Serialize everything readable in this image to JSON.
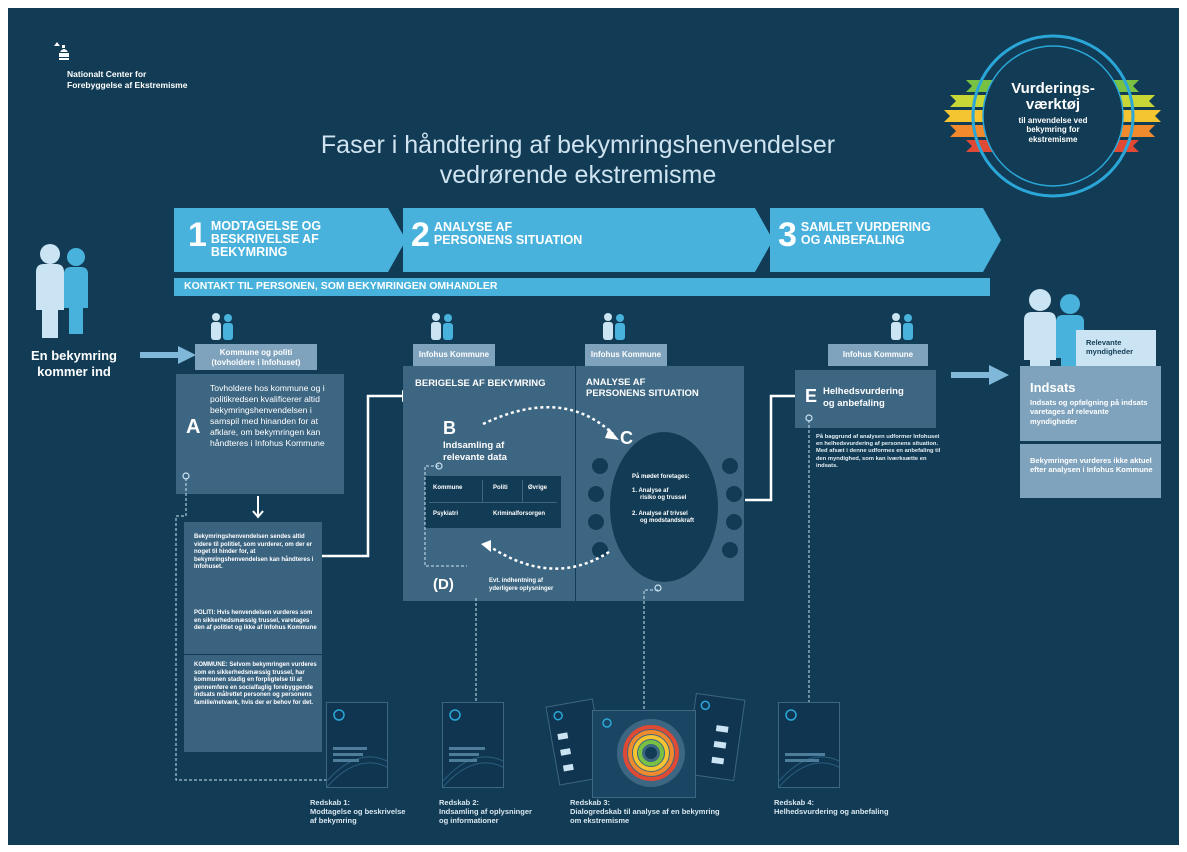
{
  "logo": {
    "line1": "Nationalt Center for",
    "line2": "Forebyggelse af Ekstremisme"
  },
  "badge": {
    "title1": "Vurderings-",
    "title2": "værktøj",
    "sub1": "til anvendelse ved",
    "sub2": "bekymring for",
    "sub3": "ekstremisme"
  },
  "title": {
    "line1": "Faser i håndtering af bekymringshenvendelser",
    "line2": "vedrørende ekstremisme"
  },
  "phases": [
    {
      "num": "1",
      "title1": "MODTAGELSE OG",
      "title2": "BESKRIVELSE AF",
      "title3": "BEKYMRING"
    },
    {
      "num": "2",
      "title1": "ANALYSE AF",
      "title2": "PERSONENS SITUATION"
    },
    {
      "num": "3",
      "title1": "SAMLET VURDERING",
      "title2": "OG ANBEFALING"
    }
  ],
  "contact_bar": "KONTAKT TIL PERSONEN, SOM BEKYMRINGEN OMHANDLER",
  "left": {
    "line1": "En bekymring",
    "line2": "kommer ind"
  },
  "tags": {
    "kommune_politi1": "Kommune og politi",
    "kommune_politi2": "(tovholdere i Infohuset)",
    "infohus_b": "Infohus Kommune",
    "infohus_c": "Infohus Kommune",
    "infohus_e": "Infohus Kommune",
    "relevante1": "Relevante",
    "relevante2": "myndigheder"
  },
  "boxA": {
    "letter": "A",
    "text": "Tovholdere hos kommune og i politikredsen kvalificerer altid bekymringshenvendelsen i samspil med hinanden for at afklare, om bekymringen kan håndteres i Infohus Kommune"
  },
  "boxA2": {
    "p1": "Bekymringshenvendelsen sendes altid videre til politiet, som vurderer, om der er noget til hinder for, at bekymringshenvendelsen kan håndteres i Infohuset.",
    "p2": "POLITI: Hvis henvendelsen vurderes som en sikkerhedsmæssig trussel, varetages den af politiet og ikke af Infohus Kommune",
    "p3": "KOMMUNE: Selvom bekymringen vurderes som en sikkerhedsmæssig trussel, har kommunen stadig en forpligtelse til at gennemføre en socialfaglig forebyggende indsats målrettet personen og personens familie/netværk, hvis der er behov for det."
  },
  "boxB": {
    "header": "BERIGELSE AF BEKYMRING",
    "letter": "B",
    "sub1": "Indsamling af",
    "sub2": "relevante data",
    "cells": [
      "Kommune",
      "Politi",
      "Øvrige",
      "Psykiatri",
      "Kriminalforsorgen"
    ],
    "d_letter": "(D)",
    "d_text1": "Evt. indhentning af",
    "d_text2": "yderligere oplysninger"
  },
  "boxC": {
    "header1": "ANALYSE AF",
    "header2": "PERSONENS SITUATION",
    "letter": "C",
    "intro": "På mødet foretages:",
    "item1a": "1. Analyse af",
    "item1b": "risiko og trussel",
    "item2a": "2. Analyse af trivsel",
    "item2b": "og modstandskraft"
  },
  "boxE": {
    "letter": "E",
    "title1": "Helhedsvurdering",
    "title2": "og anbefaling",
    "text": "På baggrund af analysen udformer Infohuset en helhedsvurdering af personens situation. Med afsæt i denne udformes en anbefaling til den myndighed, som kan iværksætte en indsats."
  },
  "right": {
    "indsats_title": "Indsats",
    "indsats_text": "Indsats og opfølgning på indsats varetages af relevante myndigheder",
    "ikke_text": "Bekymringen vurderes ikke aktuel efter analysen i Infohus Kommune"
  },
  "tools": [
    {
      "title": "Redskab 1:",
      "line1": "Modtagelse og beskrivelse",
      "line2": "af bekymring"
    },
    {
      "title": "Redskab 2:",
      "line1": "Indsamling af oplysninger",
      "line2": "og informationer"
    },
    {
      "title": "Redskab 3:",
      "line1": "Dialogredskab til analyse af en bekymring",
      "line2": "om ekstremisme"
    },
    {
      "title": "Redskab 4:",
      "line1": "Helhedsvurdering og anbefaling",
      "line2": ""
    }
  ],
  "colors": {
    "background": "#123c55",
    "phase": "#48b2dd",
    "panel": "#3d6682",
    "accent": "#2aa7d8"
  }
}
